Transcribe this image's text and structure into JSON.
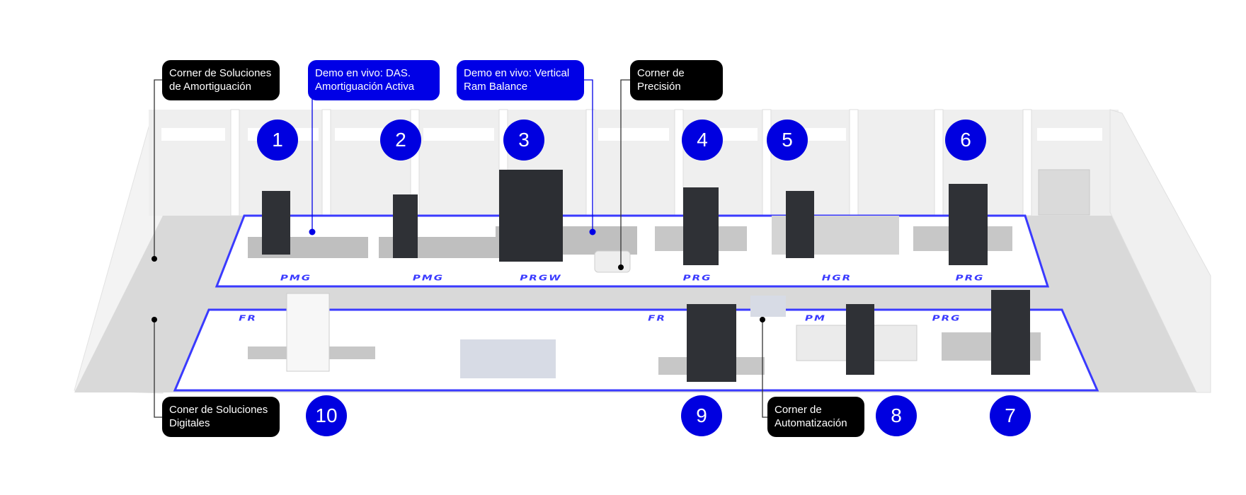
{
  "colors": {
    "accent": "#0000e0",
    "zone_line": "#3a3aff",
    "dark_label": "#000000"
  },
  "callouts": {
    "amortiguacion": {
      "lines": [
        "Corner de Soluciones",
        "de Amortiguación"
      ],
      "style": "dark"
    },
    "das": {
      "lines": [
        "Demo en vivo:  DAS.",
        "Amortiguación Activa"
      ],
      "style": "blue"
    },
    "ram": {
      "lines": [
        "Demo en vivo:  Vertical",
        "Ram Balance"
      ],
      "style": "blue"
    },
    "precision": {
      "lines": [
        "Corner de",
        "Precisión"
      ],
      "style": "dark"
    },
    "digitales": {
      "lines": [
        "Coner de Soluciones",
        "Digitales"
      ],
      "style": "dark"
    },
    "automatizacion": {
      "lines": [
        "Corner de",
        "Automatización"
      ],
      "style": "dark"
    }
  },
  "stations": [
    {
      "number": "1",
      "machine": "PMG"
    },
    {
      "number": "2",
      "machine": "PMG"
    },
    {
      "number": "3",
      "machine": "PRGW"
    },
    {
      "number": "4",
      "machine": "PRG"
    },
    {
      "number": "5",
      "machine": "HGR"
    },
    {
      "number": "6",
      "machine": "PRG"
    },
    {
      "number": "7",
      "machine": "PRG"
    },
    {
      "number": "8",
      "machine": "PM"
    },
    {
      "number": "9",
      "machine": "FR"
    },
    {
      "number": "10",
      "machine": "FR"
    }
  ]
}
